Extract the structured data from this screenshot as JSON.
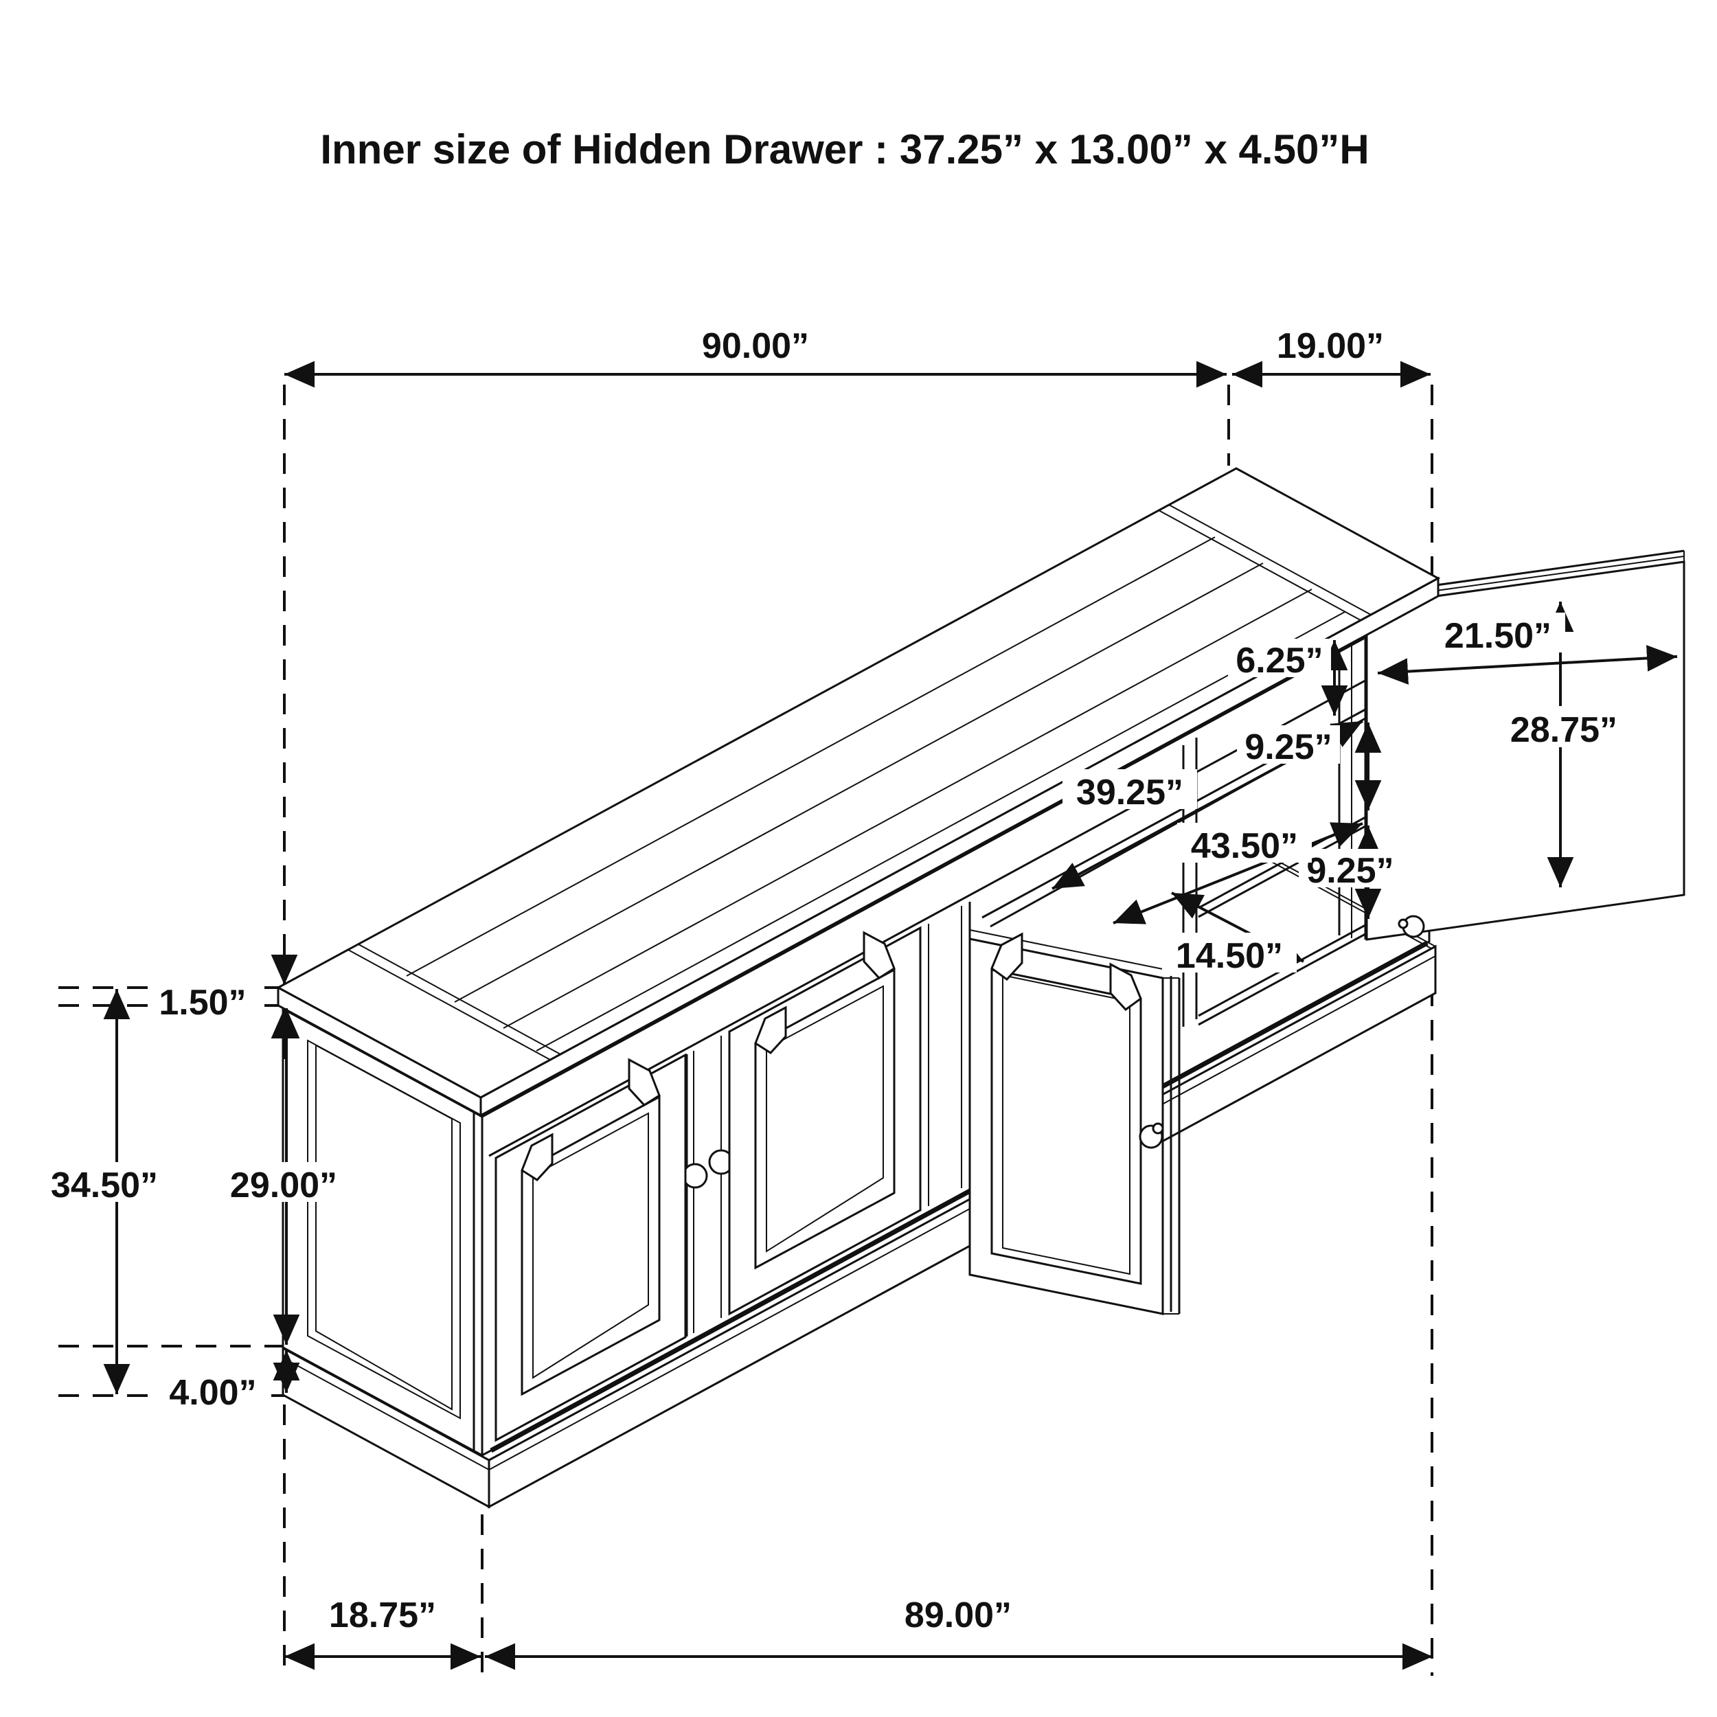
{
  "title": "Inner size of Hidden Drawer : 37.25” x 13.00” x 4.50”H",
  "dim": {
    "top_length": "90.00”",
    "top_depth": "19.00”",
    "side_door_width": "21.50”",
    "side_door_height": "28.75”",
    "shelf_gap_top": "6.25”",
    "shelf_gap_mid": "9.25”",
    "shelf_gap_bot": "9.25”",
    "upper_shelf_width": "39.25”",
    "lower_shelf_width": "43.50”",
    "opening_depth": "14.50”",
    "top_thickness": "1.50”",
    "overall_height": "34.50”",
    "door_opening_height": "29.00”",
    "base_height": "4.00”",
    "end_depth": "18.75”",
    "body_length": "89.00”"
  }
}
